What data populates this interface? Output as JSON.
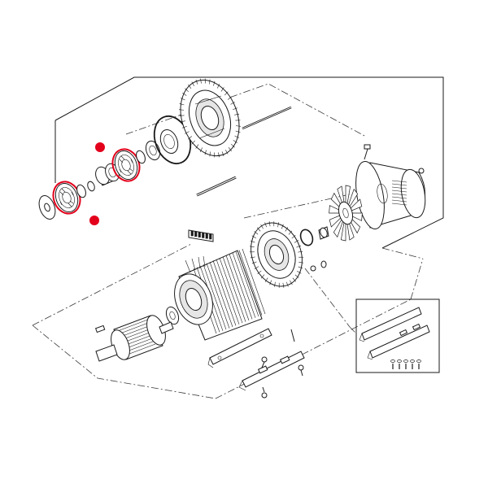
{
  "diagram": {
    "type": "exploded-parts-view",
    "line_color": "#1a1a1a",
    "highlight_color": "#e3001b",
    "highlighted_parts": [
      "bearing-front",
      "bearing-rear"
    ],
    "marker_count": 2
  }
}
